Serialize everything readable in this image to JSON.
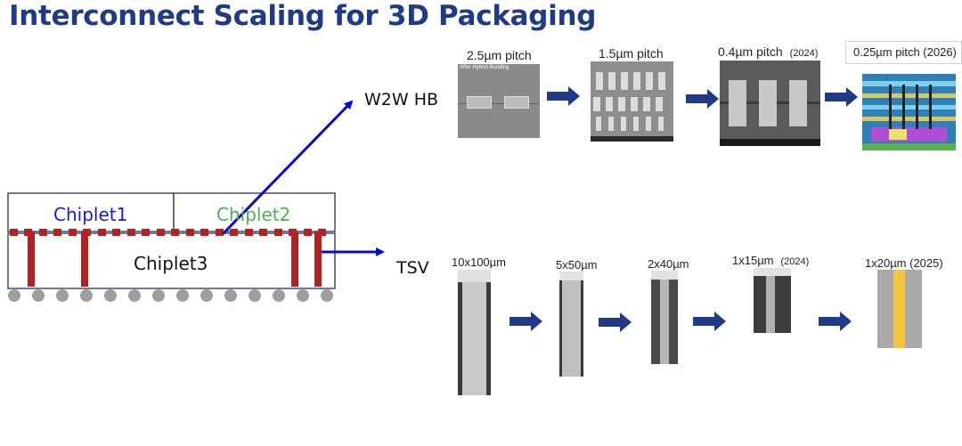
{
  "title": "Interconnect Scaling for 3D Packaging",
  "labels": {
    "w2w_hb": "W2W HB",
    "tsv": "TSV"
  },
  "chips": {
    "chiplet1": "Chiplet1",
    "chiplet2": "Chiplet2",
    "chiplet3": "Chiplet3"
  },
  "hb_steps": [
    {
      "pitch": "2.5µm pitch",
      "year": ""
    },
    {
      "pitch": "1.5µm pitch",
      "year": ""
    },
    {
      "pitch": "0.4µm pitch",
      "year": "(2024)"
    },
    {
      "pitch": "0.25µm pitch (2026)",
      "year": ""
    }
  ],
  "hb_image_caption": "After Hybrid Bonding",
  "tsv_steps": [
    {
      "size": "10x100µm",
      "year": ""
    },
    {
      "size": "5x50µm",
      "year": ""
    },
    {
      "size": "2x40µm",
      "year": ""
    },
    {
      "size": "1x15µm",
      "year": "(2024)"
    },
    {
      "size": "1x20µm (2025)",
      "year": ""
    }
  ],
  "colors": {
    "title": "#1f3b87",
    "chiplet1": "#1a1ad6",
    "chiplet2": "#4caf50",
    "interconnect": "#b22222",
    "arrow": "#0a0acc",
    "step_arrow": "#1f3b87",
    "tsv_core": "#f5c542"
  }
}
